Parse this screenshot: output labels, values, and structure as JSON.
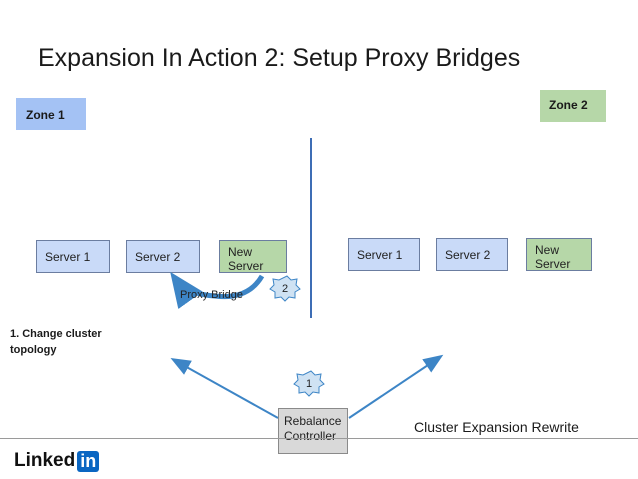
{
  "title": "Expansion In Action 2: Setup Proxy Bridges",
  "zones": {
    "zone1": "Zone 1",
    "zone2": "Zone 2"
  },
  "zone1_servers": {
    "server1": "Server 1",
    "server2": "Server 2",
    "new_server": "New\nServer"
  },
  "zone2_servers": {
    "server1": "Server 1",
    "server2": "Server 2",
    "new_server": "New\nServer"
  },
  "proxy_bridge_label": "Proxy Bridge",
  "badges": {
    "step1": "1",
    "step2": "2"
  },
  "step1_text": "1. Change cluster topology",
  "rebalance_controller": "Rebalance\nController",
  "caption": "Cluster Expansion Rewrite",
  "logo": {
    "word": "Linked",
    "in": "in"
  },
  "colors": {
    "zone1": "#a4c2f4",
    "zone2": "#b6d7a8",
    "server": "#c9daf8",
    "new_server": "#b6d7a8",
    "arrow": "#3d85c6",
    "badge": "#cfe2f3",
    "controller": "#d9d9d9"
  }
}
